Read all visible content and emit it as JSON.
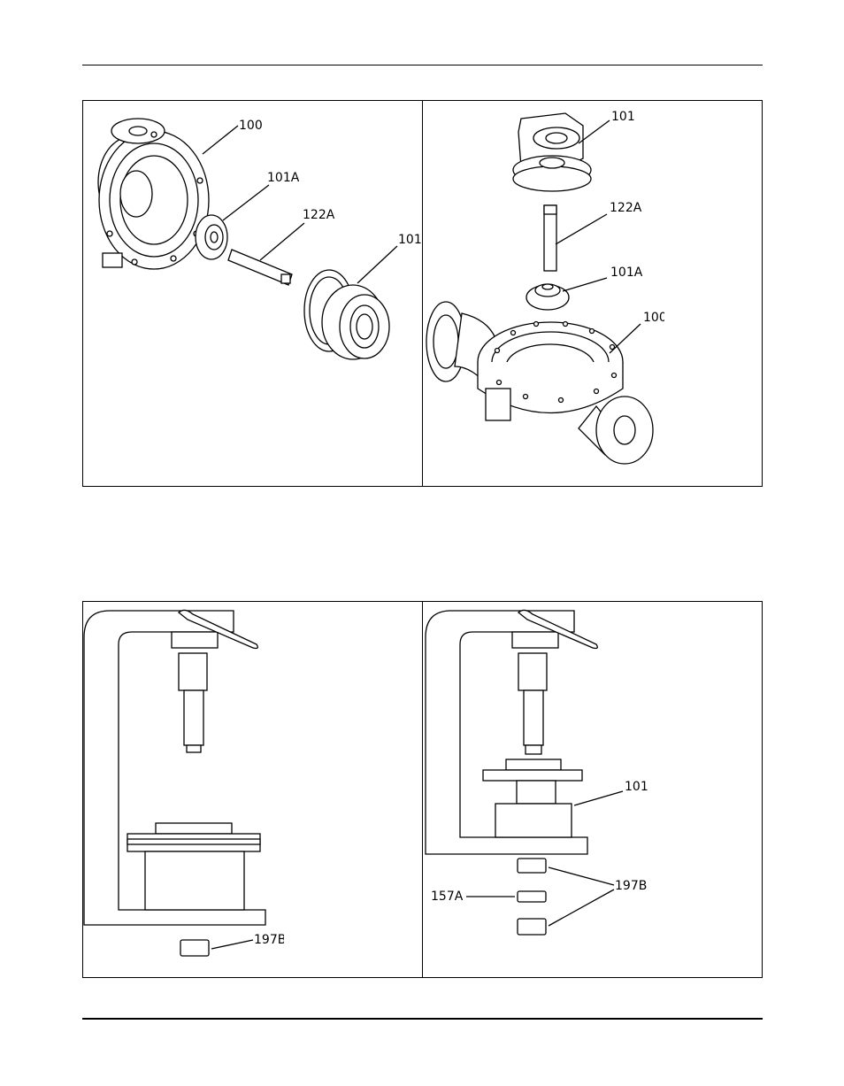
{
  "figure_top": {
    "left_panel": {
      "callouts": [
        "100",
        "101A",
        "122A",
        "101"
      ]
    },
    "right_panel": {
      "callouts": [
        "101",
        "122A",
        "101A",
        "100"
      ]
    }
  },
  "figure_bottom": {
    "left_panel": {
      "callouts": [
        "197B"
      ]
    },
    "right_panel": {
      "callouts": [
        "101",
        "197B",
        "157A"
      ]
    }
  }
}
